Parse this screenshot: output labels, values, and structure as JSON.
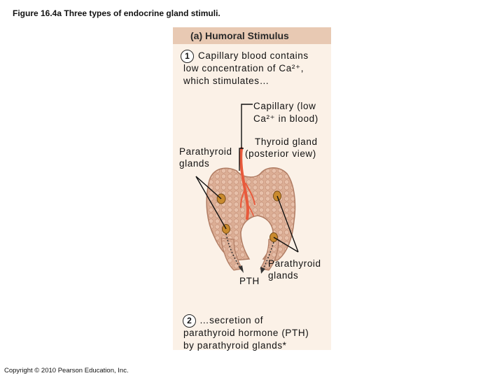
{
  "figure": {
    "title": "Figure 16.4a  Three types of endocrine gland stimuli."
  },
  "panel": {
    "title": "(a) Humoral Stimulus",
    "step1": {
      "number": "1",
      "lines": [
        "Capillary blood contains",
        "low concentration of Ca²⁺,",
        "which stimulates…"
      ]
    },
    "labels": {
      "capillary": [
        "Capillary (low",
        "Ca²⁺ in blood)"
      ],
      "thyroid": [
        "Thyroid gland",
        "(posterior view)"
      ],
      "parathyroid_left": [
        "Parathyroid",
        "glands"
      ],
      "parathyroid_right": [
        "Parathyroid",
        "glands"
      ],
      "pth": "PTH"
    },
    "step2": {
      "number": "2",
      "lines": [
        "…secretion of",
        "parathyroid hormone (PTH)",
        "by parathyroid glands*"
      ]
    }
  },
  "colors": {
    "panel_bg": "#fbf1e7",
    "header_bg": "#e8c9b3",
    "gland": "#d9a88f",
    "capillary": "#e85a3c",
    "parathyroid": "#c98a2e"
  },
  "footer": {
    "copyright": "Copyright © 2010 Pearson Education, Inc."
  }
}
